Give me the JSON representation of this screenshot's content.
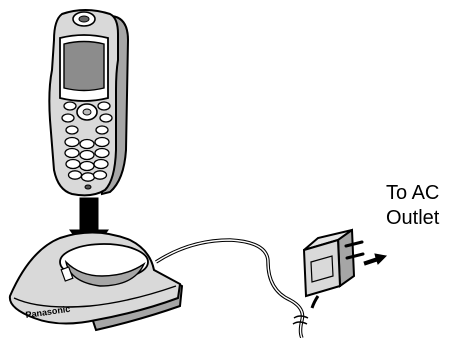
{
  "callout": {
    "line1": "To AC",
    "line2": "Outlet"
  },
  "base_unit": {
    "brand_text": "Panasonic"
  },
  "icons": {
    "handset": "cordless-handset-icon",
    "insert_arrow": "down-arrow-icon",
    "charger_base": "charger-base-icon",
    "adapter": "ac-adapter-icon",
    "plug_arrow": "right-arrow-icon"
  },
  "colors": {
    "outline": "#000000",
    "body_fill": "#d9d9d9",
    "shadow_fill": "#a6a6a6",
    "screen_fill": "#8c8c8c",
    "arrow_fill": "#000000"
  }
}
